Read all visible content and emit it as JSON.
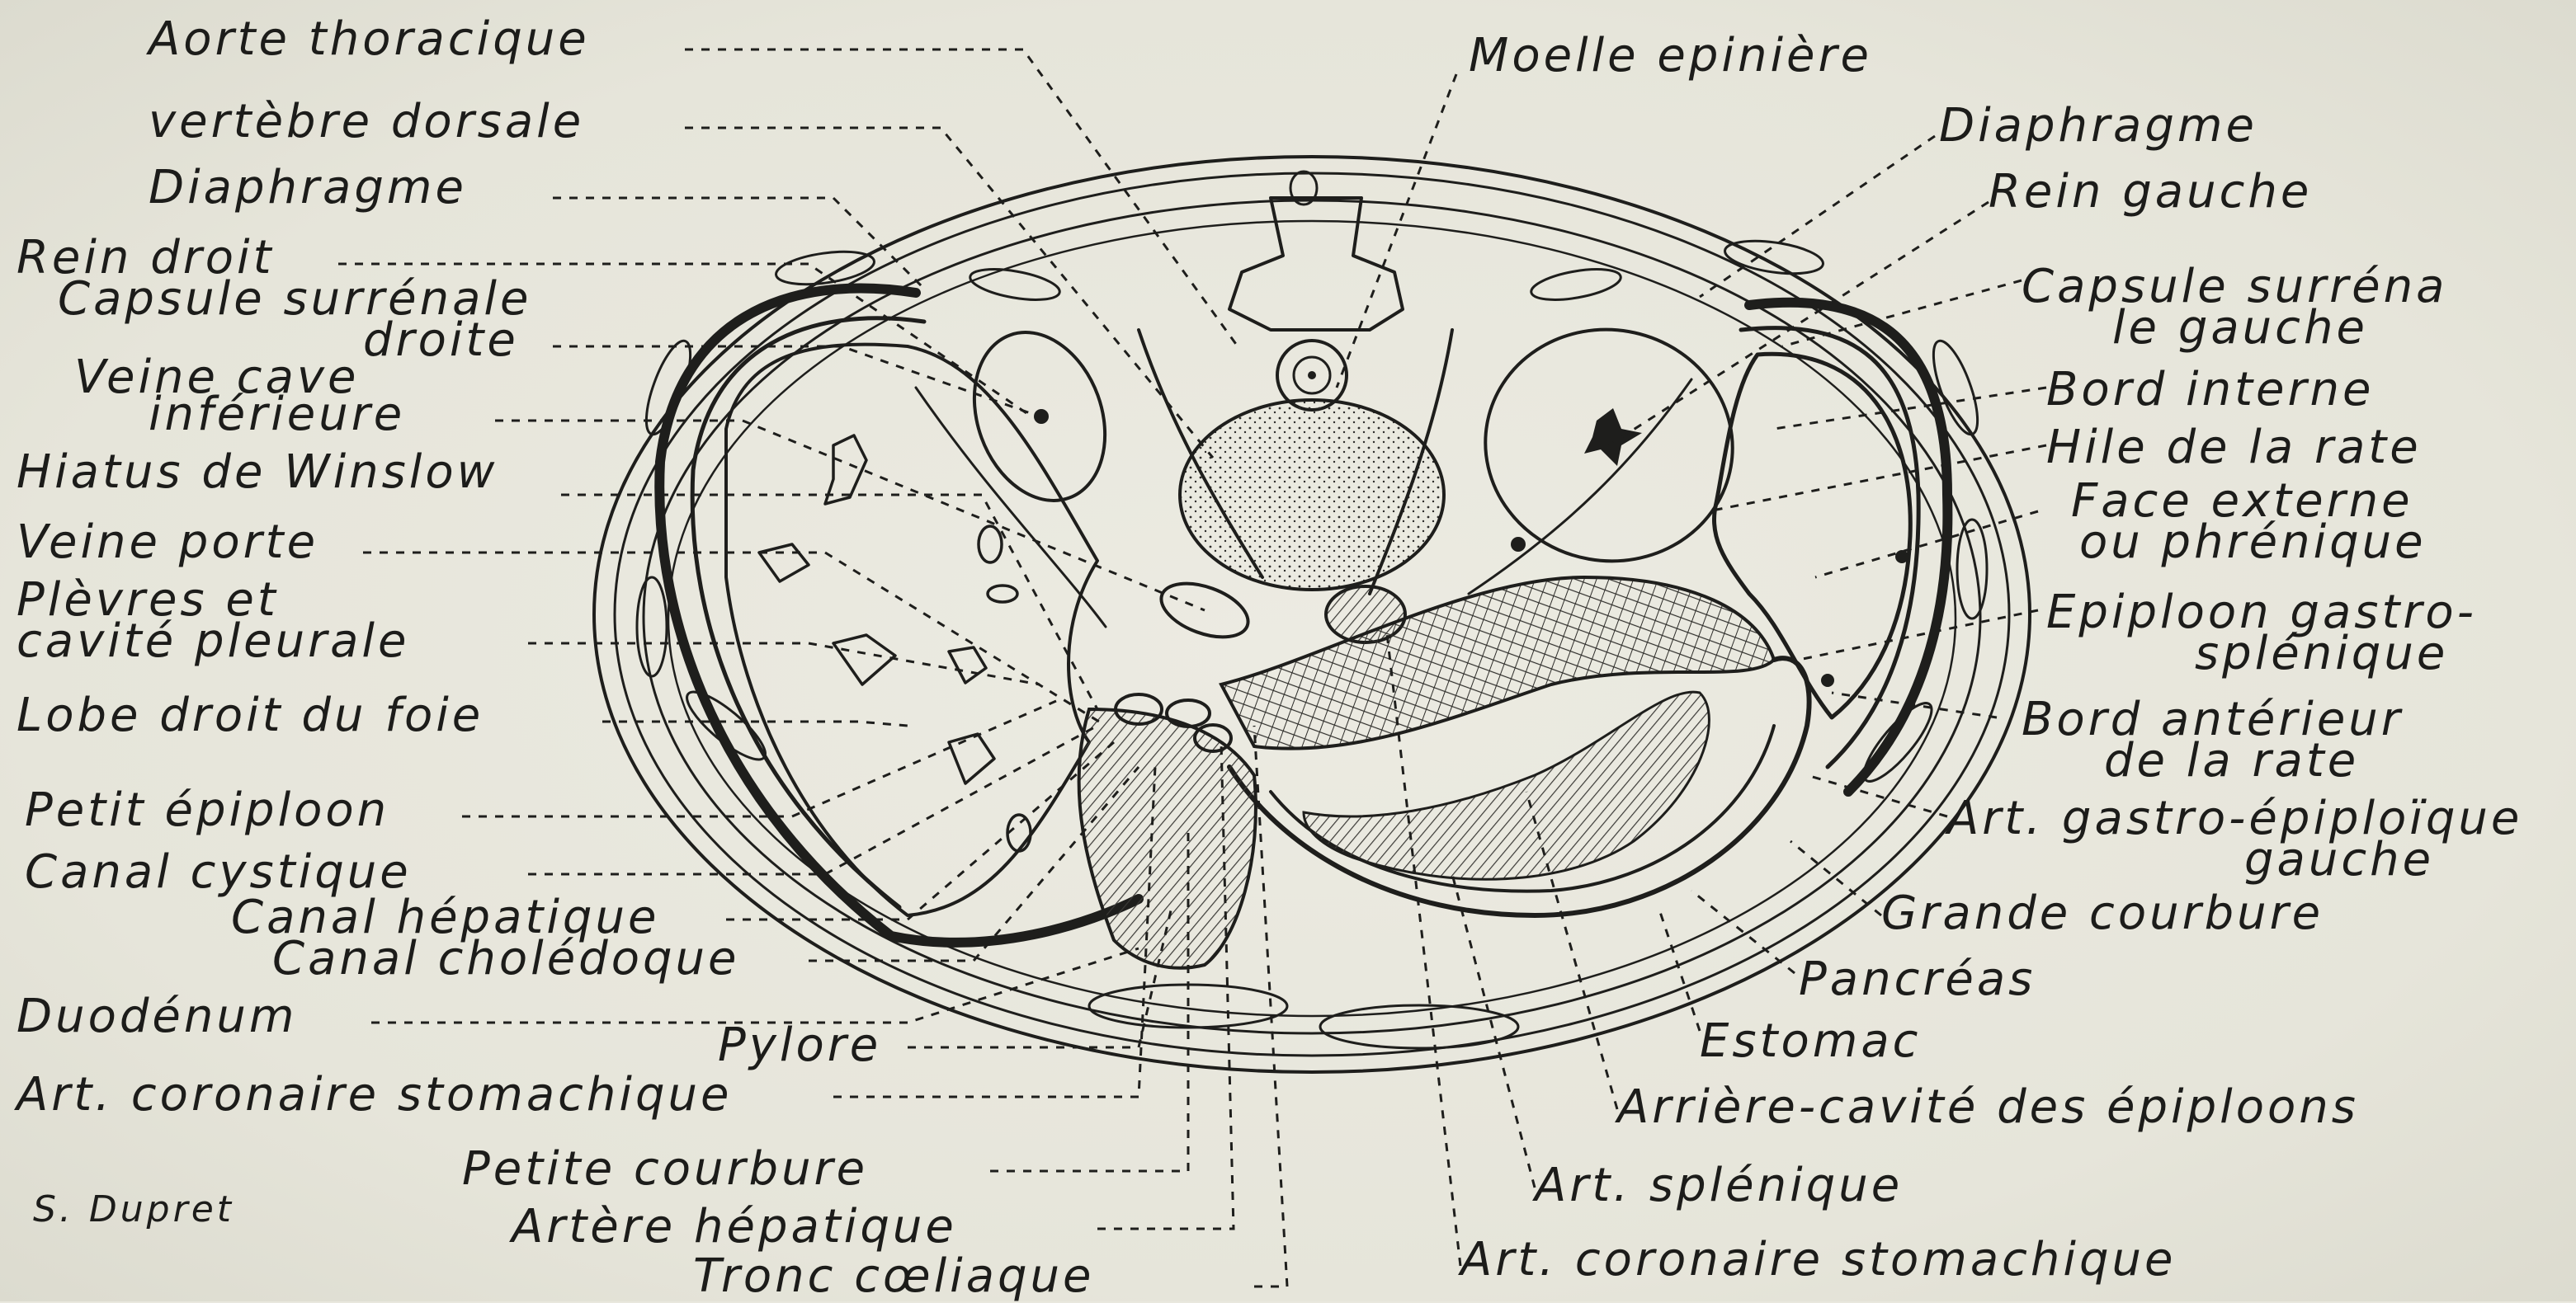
{
  "labels_left": [
    "Aorte thoracique",
    "vertèbre dorsale",
    "Diaphragme",
    "Rein droit",
    "Capsule surrénale",
    "droite",
    "Veine cave",
    "inférieure",
    "Hiatus de Winslow",
    "Veine porte",
    "Plèvres et",
    "cavité pleurale",
    "Lobe droit du foie",
    "Petit épiploon",
    "Canal cystique",
    "Canal hépatique",
    "Canal cholédoque",
    "Duodénum",
    "Pylore",
    "Art. coronaire stomachique"
  ],
  "labels_right": [
    "Moelle epinière",
    "Diaphragme",
    "Rein gauche",
    "Capsule surréna",
    "le gauche",
    "Bord interne",
    "Hile de la rate",
    "Face externe",
    "ou phrénique",
    "Epiploon gastro-",
    "splénique",
    "Bord antérieur",
    "de la rate",
    "Art. gastro-épiploïque",
    "gauche",
    "Grande courbure",
    "Pancréas",
    "Estomac",
    "Arrière-cavité des épiploons",
    "Art. splénique",
    "Art. coronaire stomachique"
  ],
  "labels_bottom": [
    "Petite courbure",
    "Artère hépatique",
    "Tronc cœliaque"
  ],
  "signature": "S. Dupret",
  "colors": {
    "paper": "#e9e8de",
    "ink": "#1e1e1c",
    "hatch": "#3a3936"
  }
}
